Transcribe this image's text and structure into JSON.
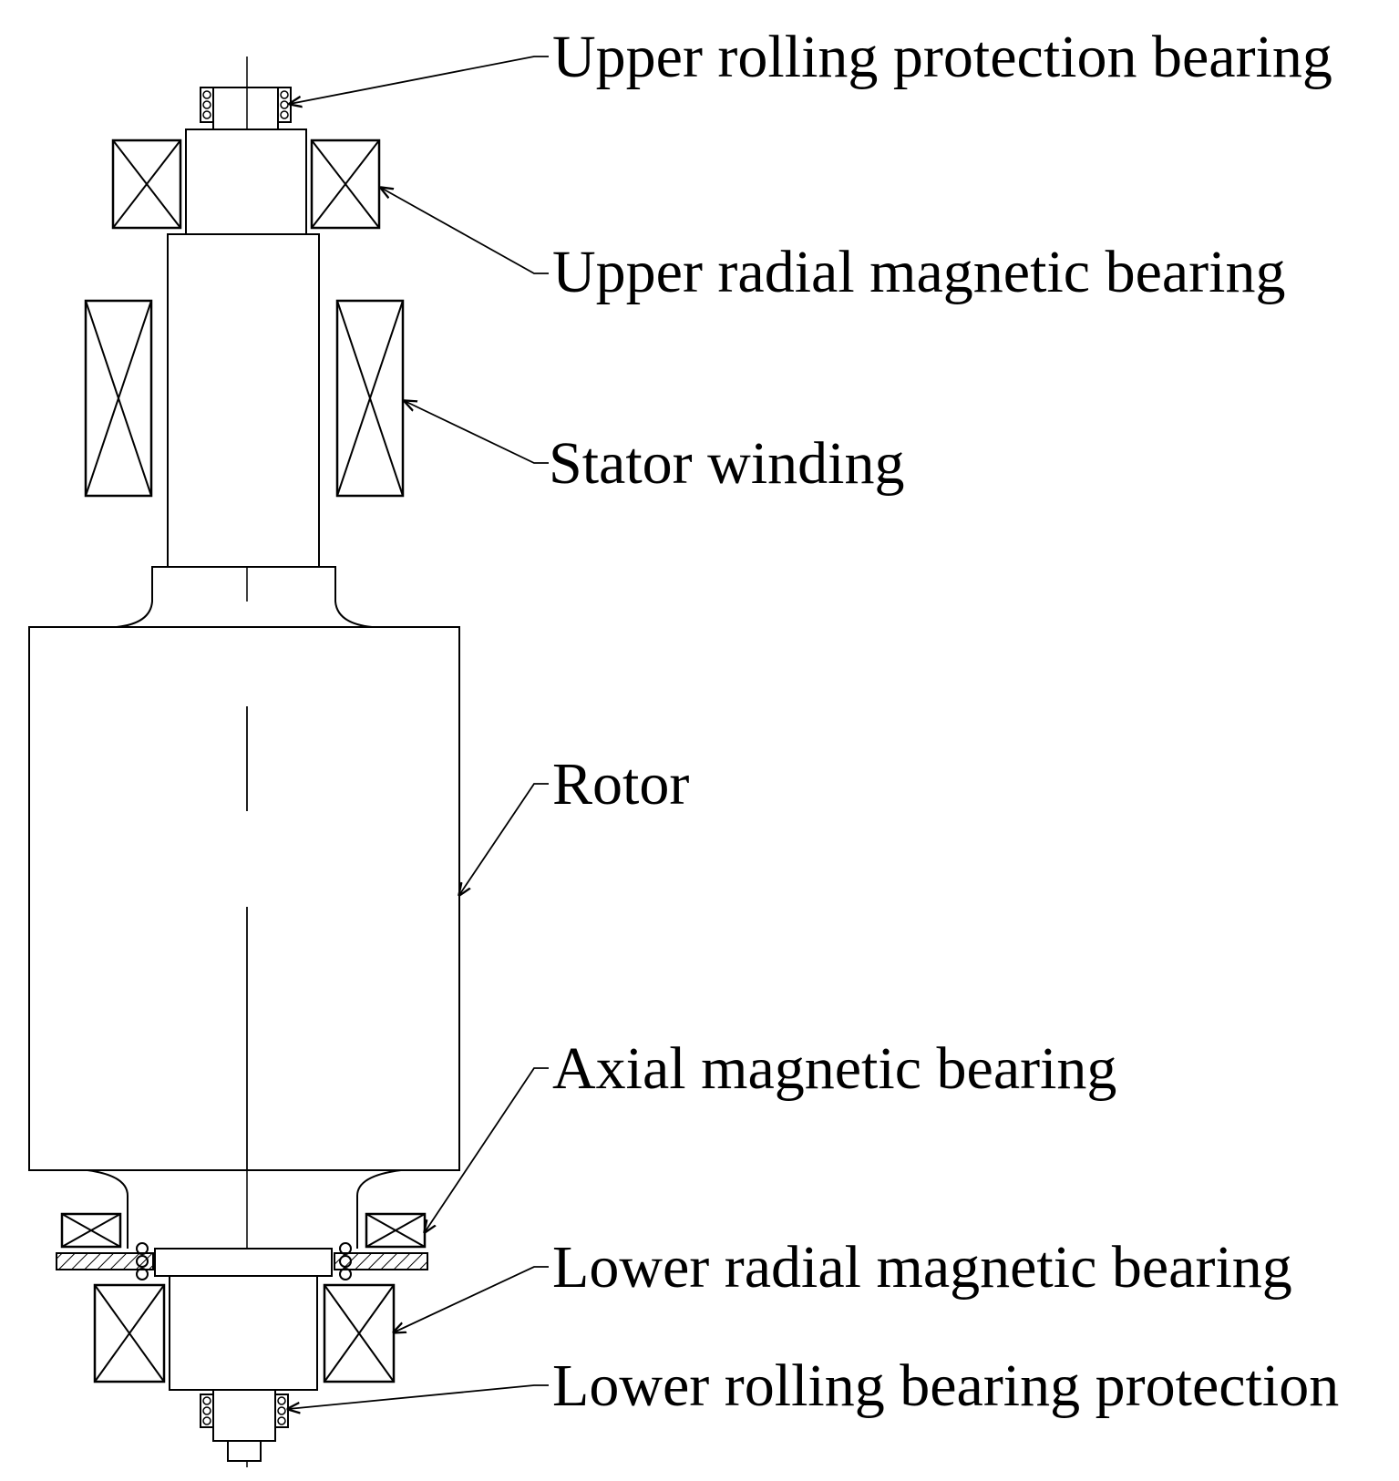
{
  "labels": {
    "upper_rolling": "Upper rolling protection bearing",
    "upper_radial": "Upper radial magnetic bearing",
    "stator": "Stator winding",
    "rotor": "Rotor",
    "axial": "Axial magnetic bearing",
    "lower_radial": "Lower radial magnetic bearing",
    "lower_rolling": "Lower rolling bearing protection"
  },
  "colors": {
    "line": "#000000",
    "background": "#ffffff"
  }
}
